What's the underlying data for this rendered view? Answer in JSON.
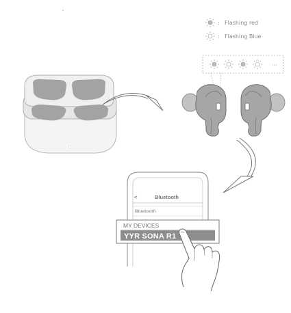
{
  "legend": {
    "red": {
      "label": "Flashing red",
      "color": "#d9534f"
    },
    "blue": {
      "label": "Flashing Blue",
      "color": "#4a78c2"
    },
    "sequence_ellipsis": "···"
  },
  "phone": {
    "back_glyph": "<",
    "title": "Bluetooth",
    "list_item": "Bluetooth"
  },
  "device_panel": {
    "header": "MY DEVICES",
    "device_name": "YYR SONA R1"
  },
  "colors": {
    "fill_gray": "#9a9a9a",
    "line_gray": "#8c8c8c",
    "light_gray": "#c8c8c8",
    "panel_dark": "#8d8d8d"
  }
}
